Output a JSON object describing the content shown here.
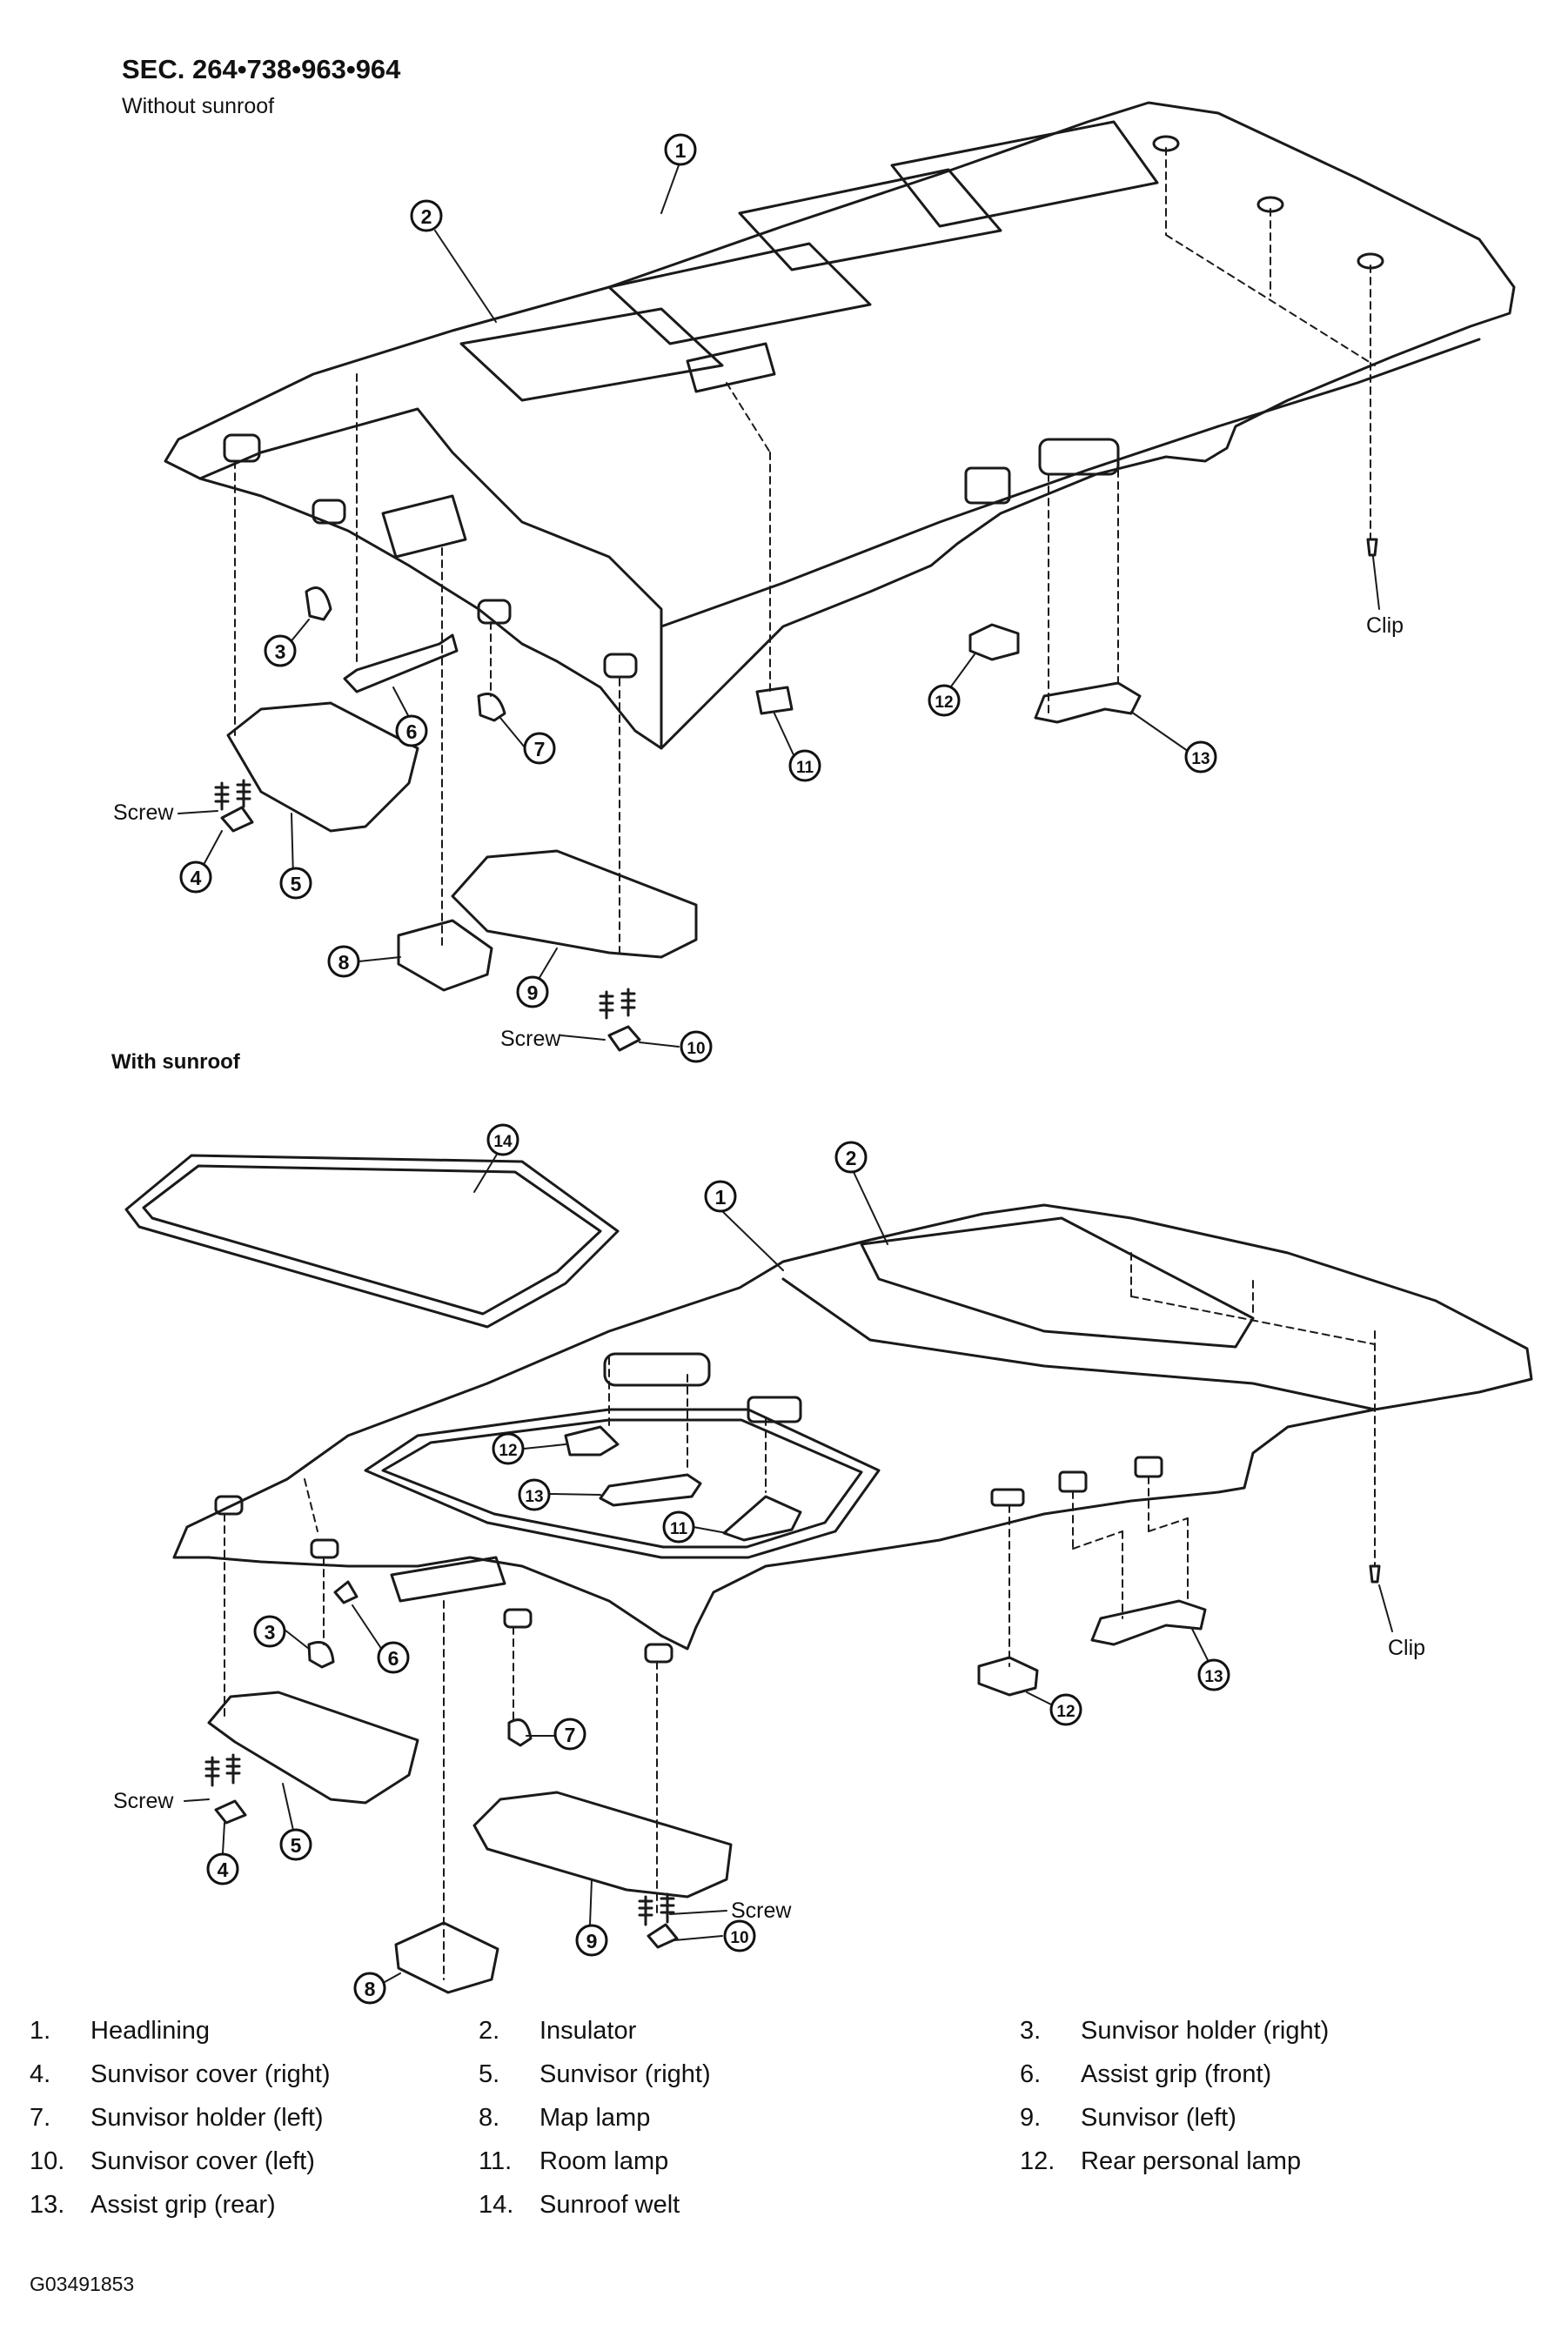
{
  "header": {
    "title": "SEC. 264•738•963•964",
    "subtitle": "Without sunroof"
  },
  "section2_title": "With sunroof",
  "labels": {
    "clip": "Clip",
    "screw": "Screw"
  },
  "callouts": [
    "1",
    "2",
    "3",
    "4",
    "5",
    "6",
    "7",
    "8",
    "9",
    "10",
    "11",
    "12",
    "13",
    "14"
  ],
  "legend": [
    {
      "num": "1.",
      "text": "Headlining"
    },
    {
      "num": "2.",
      "text": "Insulator"
    },
    {
      "num": "3.",
      "text": "Sunvisor holder (right)"
    },
    {
      "num": "4.",
      "text": "Sunvisor cover (right)"
    },
    {
      "num": "5.",
      "text": "Sunvisor (right)"
    },
    {
      "num": "6.",
      "text": "Assist grip (front)"
    },
    {
      "num": "7.",
      "text": "Sunvisor holder (left)"
    },
    {
      "num": "8.",
      "text": "Map lamp"
    },
    {
      "num": "9.",
      "text": "Sunvisor (left)"
    },
    {
      "num": "10.",
      "text": "Sunvisor cover (left)"
    },
    {
      "num": "11.",
      "text": "Room lamp"
    },
    {
      "num": "12.",
      "text": "Rear personal lamp"
    },
    {
      "num": "13.",
      "text": "Assist grip (rear)"
    },
    {
      "num": "14.",
      "text": "Sunroof welt"
    }
  ],
  "figure_id": "G03491853"
}
